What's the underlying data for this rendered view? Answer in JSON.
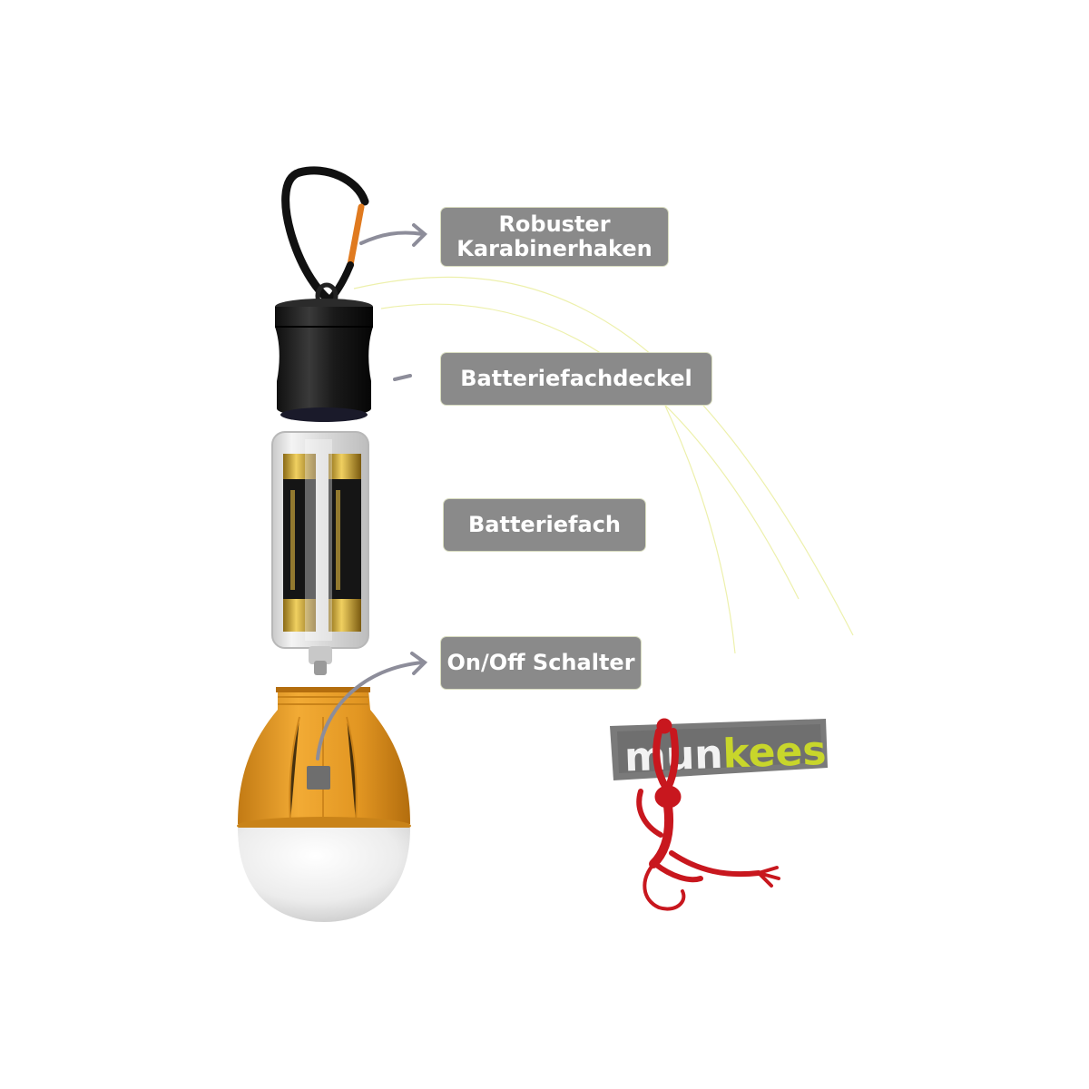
{
  "labels": {
    "karabiner_line1": "Robuster",
    "karabiner_line2": "Karabinerhaken",
    "deckel": "Batteriefachdeckel",
    "fach": "Batteriefach",
    "schalter": "On/Off Schalter"
  },
  "logo": {
    "text": "munkees",
    "colors": {
      "board": "#7a7a7a",
      "text_light": "#f2f2f2",
      "text_accent": "#c8d62b",
      "monkey": "#c8171e"
    }
  },
  "colors": {
    "label_bg": "#8a8a8a",
    "label_text": "#ffffff",
    "arrow": "#8d8d9a",
    "lamp_shell": "#e39a25",
    "cap": "#222222",
    "carabiner_gate": "#e07a1f"
  },
  "icons": [
    "carabiner-icon",
    "battery-cap-icon",
    "battery-compartment-icon",
    "bulb-icon",
    "switch-icon",
    "monkey-icon",
    "arrow-icon"
  ]
}
